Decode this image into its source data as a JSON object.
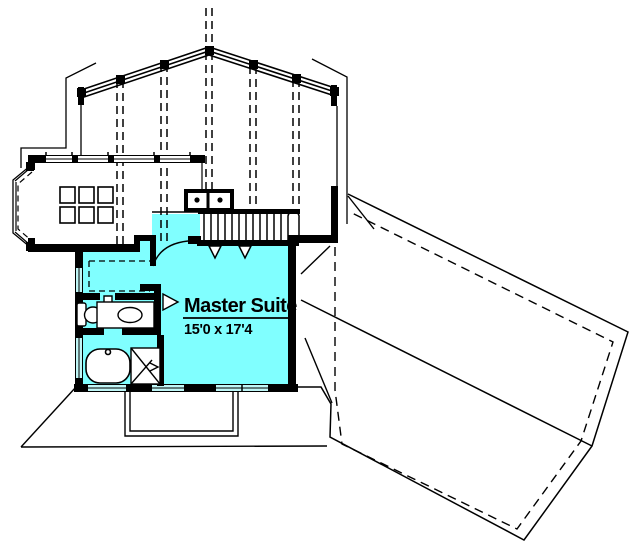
{
  "plan": {
    "room_label": "Master Suite",
    "room_dimensions": "15'0 x 17'4",
    "colors": {
      "highlight_fill": "#80FFFF",
      "line": "#000000",
      "background": "#FFFFFF",
      "window_glass": "#BFF6F6"
    },
    "features": {
      "highlighted_room": "master suite with walk-in closet and bath",
      "fixtures": [
        "toilet",
        "vanity-sink",
        "bathtub",
        "shower"
      ],
      "stairs": "stair run with landing and railing",
      "roof": "gable ridge with dashed overhang lines and rotated garage roof"
    }
  }
}
